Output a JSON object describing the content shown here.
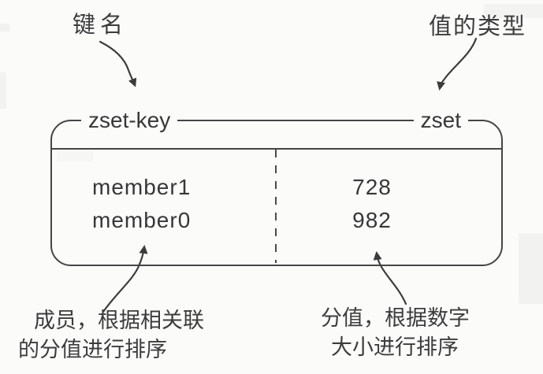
{
  "diagram": {
    "top_labels": {
      "key_name": "键名",
      "value_type": "值的类型"
    },
    "box": {
      "key_label": "zset-key",
      "type_label": "zset",
      "entries": [
        {
          "member": "member1",
          "score": "728"
        },
        {
          "member": "member0",
          "score": "982"
        }
      ]
    },
    "bottom_notes": {
      "member_note": {
        "line1": "成员，根据相关联",
        "line2": "的分值进行排序"
      },
      "score_note": {
        "line1": "分值，根据数字",
        "line2": "大小进行排序"
      }
    },
    "colors": {
      "line": "#454545",
      "text": "#3c3c3c",
      "background": "#fbfbfa"
    }
  }
}
